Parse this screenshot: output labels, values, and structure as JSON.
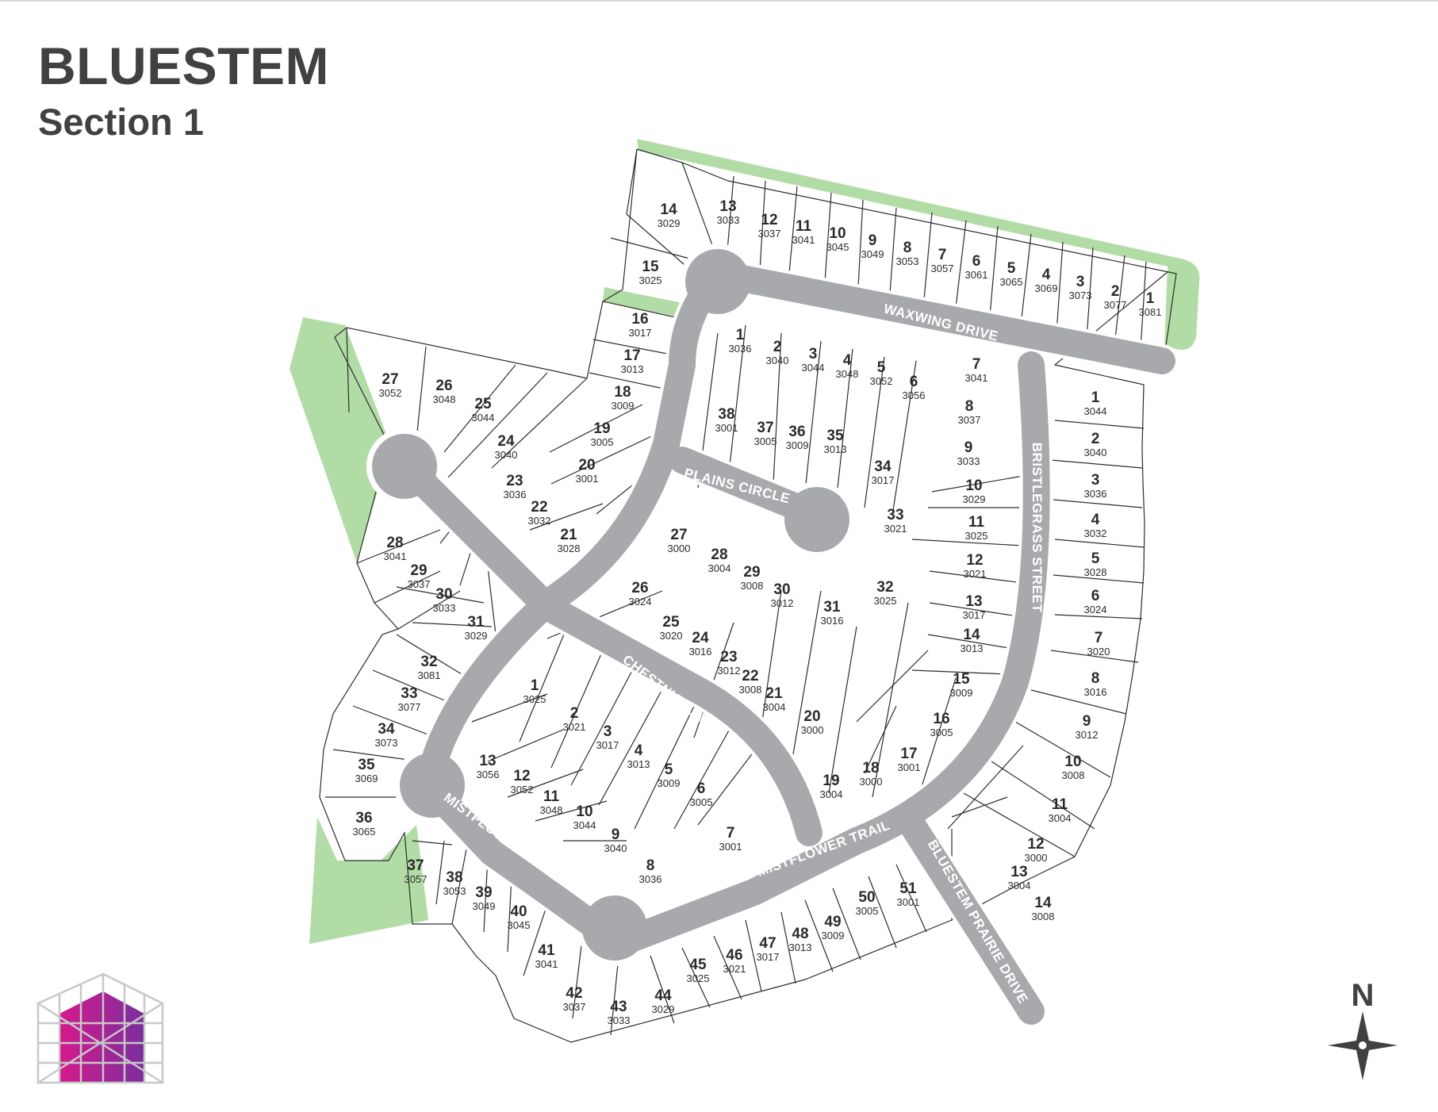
{
  "header": {
    "title": "BLUESTEM",
    "subtitle": "Section 1"
  },
  "compass": {
    "label": "N"
  },
  "colors": {
    "green_space": "#b2dca6",
    "road": "#a7a9ac",
    "text": "#414042",
    "logo_magenta": "#d6198c",
    "logo_purple": "#7a2f9e"
  },
  "streets": [
    {
      "name": "WAXWING DRIVE"
    },
    {
      "name": "PLAINS CIRCLE"
    },
    {
      "name": "BRISTLEGRASS STREET"
    },
    {
      "name": "CHESTNUT LANE"
    },
    {
      "name": "MISTFLOWER TRAIL"
    },
    {
      "name": "MISTFLOWER TRAIL"
    },
    {
      "name": "BLUESTEM PRAIRIE DRIVE"
    }
  ],
  "lots": [
    {
      "num": "1",
      "addr": "3081"
    },
    {
      "num": "2",
      "addr": "3077"
    },
    {
      "num": "3",
      "addr": "3073"
    },
    {
      "num": "4",
      "addr": "3069"
    },
    {
      "num": "5",
      "addr": "3065"
    },
    {
      "num": "6",
      "addr": "3061"
    },
    {
      "num": "7",
      "addr": "3057"
    },
    {
      "num": "8",
      "addr": "3053"
    },
    {
      "num": "9",
      "addr": "3049"
    },
    {
      "num": "10",
      "addr": "3045"
    },
    {
      "num": "11",
      "addr": "3041"
    },
    {
      "num": "12",
      "addr": "3037"
    },
    {
      "num": "13",
      "addr": "3033"
    },
    {
      "num": "14",
      "addr": "3029"
    },
    {
      "num": "15",
      "addr": "3025"
    },
    {
      "num": "16",
      "addr": "3017"
    },
    {
      "num": "17",
      "addr": "3013"
    },
    {
      "num": "18",
      "addr": "3009"
    },
    {
      "num": "19",
      "addr": "3005"
    },
    {
      "num": "20",
      "addr": "3001"
    },
    {
      "num": "21",
      "addr": "3028"
    },
    {
      "num": "22",
      "addr": "3032"
    },
    {
      "num": "23",
      "addr": "3036"
    },
    {
      "num": "24",
      "addr": "3040"
    },
    {
      "num": "25",
      "addr": "3044"
    },
    {
      "num": "26",
      "addr": "3048"
    },
    {
      "num": "27",
      "addr": "3052"
    },
    {
      "num": "28",
      "addr": "3041"
    },
    {
      "num": "29",
      "addr": "3037"
    },
    {
      "num": "30",
      "addr": "3033"
    },
    {
      "num": "31",
      "addr": "3029"
    },
    {
      "num": "32",
      "addr": "3081"
    },
    {
      "num": "33",
      "addr": "3077"
    },
    {
      "num": "34",
      "addr": "3073"
    },
    {
      "num": "35",
      "addr": "3069"
    },
    {
      "num": "36",
      "addr": "3065"
    },
    {
      "num": "37",
      "addr": "3057"
    },
    {
      "num": "38",
      "addr": "3053"
    },
    {
      "num": "39",
      "addr": "3049"
    },
    {
      "num": "40",
      "addr": "3045"
    },
    {
      "num": "41",
      "addr": "3041"
    },
    {
      "num": "42",
      "addr": "3037"
    },
    {
      "num": "43",
      "addr": "3033"
    },
    {
      "num": "44",
      "addr": "3029"
    },
    {
      "num": "45",
      "addr": "3025"
    },
    {
      "num": "46",
      "addr": "3021"
    },
    {
      "num": "47",
      "addr": "3017"
    },
    {
      "num": "48",
      "addr": "3013"
    },
    {
      "num": "49",
      "addr": "3009"
    },
    {
      "num": "50",
      "addr": "3005"
    },
    {
      "num": "51",
      "addr": "3001"
    },
    {
      "num": "1",
      "addr": "3036"
    },
    {
      "num": "2",
      "addr": "3040"
    },
    {
      "num": "3",
      "addr": "3044"
    },
    {
      "num": "4",
      "addr": "3048"
    },
    {
      "num": "5",
      "addr": "3052"
    },
    {
      "num": "6",
      "addr": "3056"
    },
    {
      "num": "7",
      "addr": "3041"
    },
    {
      "num": "8",
      "addr": "3037"
    },
    {
      "num": "9",
      "addr": "3033"
    },
    {
      "num": "10",
      "addr": "3029"
    },
    {
      "num": "11",
      "addr": "3025"
    },
    {
      "num": "12",
      "addr": "3021"
    },
    {
      "num": "13",
      "addr": "3017"
    },
    {
      "num": "14",
      "addr": "3013"
    },
    {
      "num": "15",
      "addr": "3009"
    },
    {
      "num": "16",
      "addr": "3005"
    },
    {
      "num": "17",
      "addr": "3001"
    },
    {
      "num": "18",
      "addr": "3000"
    },
    {
      "num": "19",
      "addr": "3004"
    },
    {
      "num": "20",
      "addr": "3000"
    },
    {
      "num": "21",
      "addr": "3004"
    },
    {
      "num": "22",
      "addr": "3008"
    },
    {
      "num": "23",
      "addr": "3012"
    },
    {
      "num": "24",
      "addr": "3016"
    },
    {
      "num": "25",
      "addr": "3020"
    },
    {
      "num": "26",
      "addr": "3024"
    },
    {
      "num": "27",
      "addr": "3000"
    },
    {
      "num": "28",
      "addr": "3004"
    },
    {
      "num": "29",
      "addr": "3008"
    },
    {
      "num": "30",
      "addr": "3012"
    },
    {
      "num": "31",
      "addr": "3016"
    },
    {
      "num": "32",
      "addr": "3025"
    },
    {
      "num": "33",
      "addr": "3021"
    },
    {
      "num": "34",
      "addr": "3017"
    },
    {
      "num": "35",
      "addr": "3013"
    },
    {
      "num": "36",
      "addr": "3009"
    },
    {
      "num": "37",
      "addr": "3005"
    },
    {
      "num": "38",
      "addr": "3001"
    },
    {
      "num": "1",
      "addr": "3044"
    },
    {
      "num": "2",
      "addr": "3040"
    },
    {
      "num": "3",
      "addr": "3036"
    },
    {
      "num": "4",
      "addr": "3032"
    },
    {
      "num": "5",
      "addr": "3028"
    },
    {
      "num": "6",
      "addr": "3024"
    },
    {
      "num": "7",
      "addr": "3020"
    },
    {
      "num": "8",
      "addr": "3016"
    },
    {
      "num": "9",
      "addr": "3012"
    },
    {
      "num": "10",
      "addr": "3008"
    },
    {
      "num": "11",
      "addr": "3004"
    },
    {
      "num": "12",
      "addr": "3000"
    },
    {
      "num": "13",
      "addr": "3004"
    },
    {
      "num": "14",
      "addr": "3008"
    },
    {
      "num": "1",
      "addr": "3025"
    },
    {
      "num": "2",
      "addr": "3021"
    },
    {
      "num": "3",
      "addr": "3017"
    },
    {
      "num": "4",
      "addr": "3013"
    },
    {
      "num": "5",
      "addr": "3009"
    },
    {
      "num": "6",
      "addr": "3005"
    },
    {
      "num": "7",
      "addr": "3001"
    },
    {
      "num": "8",
      "addr": "3036"
    },
    {
      "num": "9",
      "addr": "3040"
    },
    {
      "num": "10",
      "addr": "3044"
    },
    {
      "num": "11",
      "addr": "3048"
    },
    {
      "num": "12",
      "addr": "3052"
    },
    {
      "num": "13",
      "addr": "3056"
    }
  ]
}
